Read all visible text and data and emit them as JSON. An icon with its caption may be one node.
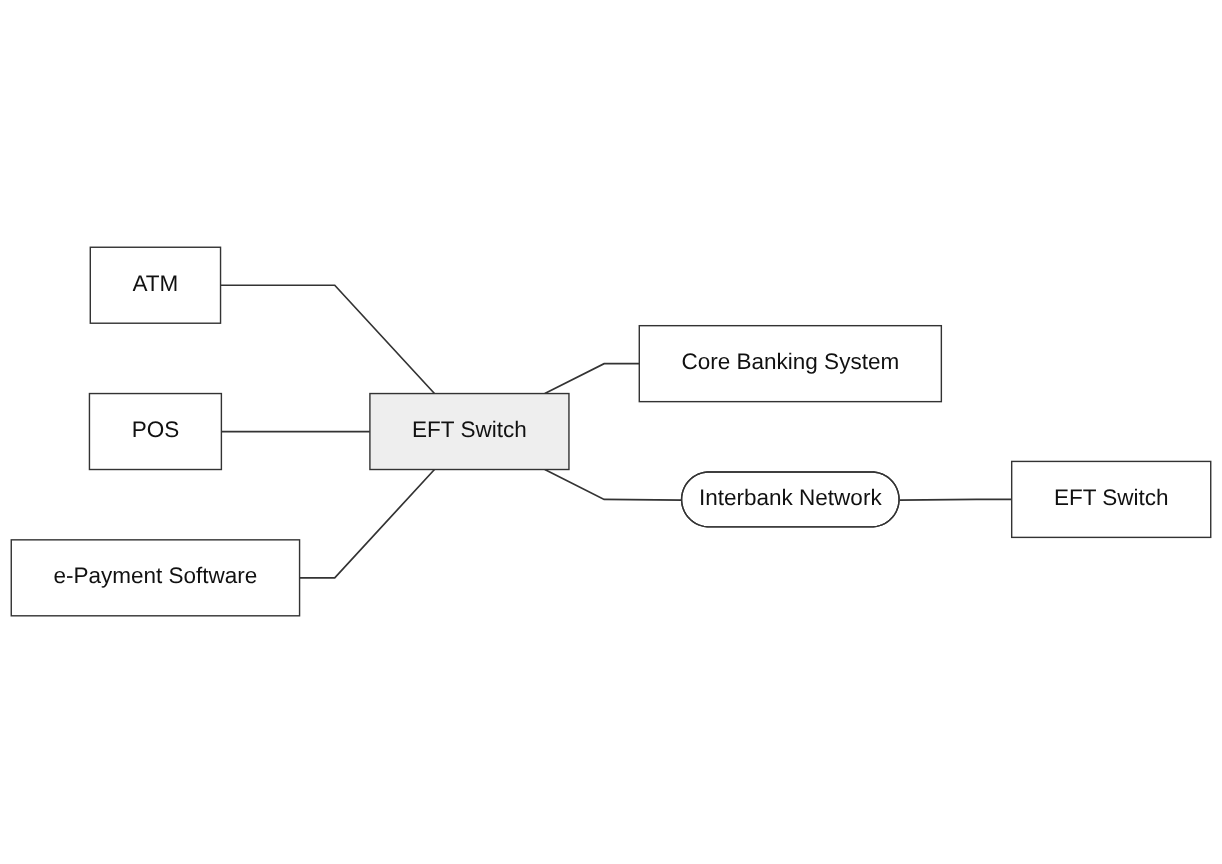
{
  "diagram": {
    "nodes": [
      {
        "text": [
          "ATM"
        ]
      },
      {
        "text": [
          "POS"
        ]
      },
      {
        "text": [
          "e-Payment Software"
        ]
      },
      {
        "text": [
          "EFT Switch"
        ]
      },
      {
        "text": [
          "Core Banking System"
        ]
      },
      {
        "text": [
          "Interbank Network"
        ]
      },
      {
        "text": [
          "EFT Switch"
        ]
      }
    ],
    "edges": [
      {
        "from": 0,
        "to": 3,
        "arrow": "none"
      },
      {
        "from": 1,
        "to": 3,
        "arrow": "none"
      },
      {
        "from": 2,
        "to": 3,
        "arrow": "none"
      },
      {
        "from": 3,
        "to": 4,
        "arrow": "none"
      },
      {
        "from": 3,
        "to": 5,
        "arrow": "none"
      },
      {
        "from": 5,
        "to": 6,
        "arrow": "none"
      }
    ]
  }
}
